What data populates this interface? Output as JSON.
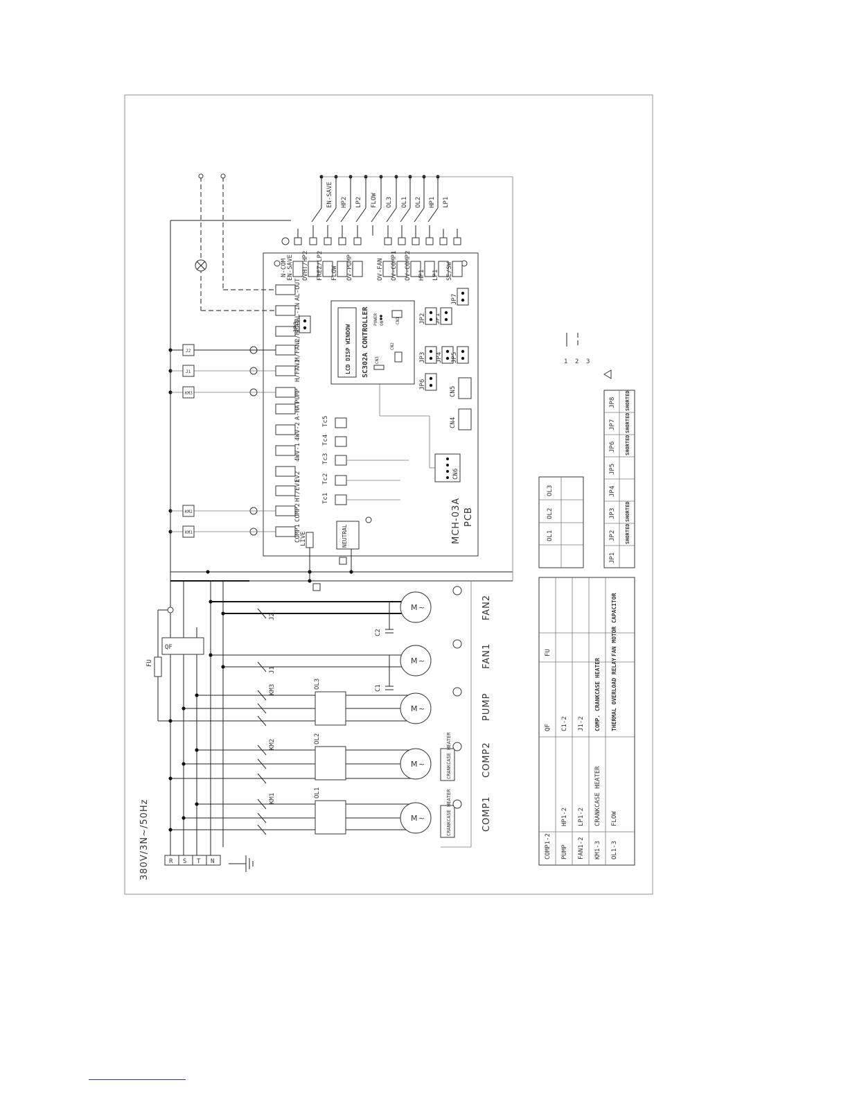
{
  "supply": {
    "label": "380V/3N~/50Hz",
    "terminals": [
      "R",
      "S",
      "T",
      "N"
    ]
  },
  "loads": [
    {
      "label": "COMP1",
      "contactor": "KM1",
      "overload": "OL1",
      "heater": "CRANKCASE HEATER"
    },
    {
      "label": "COMP2",
      "contactor": "KM2",
      "overload": "OL2",
      "heater": "CRANKCASE HEATER"
    },
    {
      "label": "PUMP",
      "contactor": "KM3",
      "overload": "OL3"
    },
    {
      "label": "FAN1",
      "relay": "J1",
      "capacitor": "C1"
    },
    {
      "label": "FAN2",
      "relay": "J2",
      "capacitor": "C2"
    }
  ],
  "motor_symbol": "M",
  "motor_phase": "~",
  "breaker": {
    "label": "QF",
    "fuse": "FU"
  },
  "pcb": {
    "model": "MCH-03A",
    "type": "PCB",
    "controller": "SC302A CONTROLLER",
    "display": "LCD DISP WINDOW",
    "left_terminals": [
      "COMP1",
      "COMP2",
      "HT/EV1",
      "EV2",
      "4WV-1",
      "4WV-2",
      "A-HAT",
      "PUMP",
      "H/FAN1",
      "M/FAN2",
      "L/HEAT",
      "AL-IN",
      "AL-OUT"
    ],
    "right_terminals": [
      "N-COM",
      "EN-SAVE",
      "OVHT/HP2",
      "FREZ/LP2",
      "FLOW",
      "OV-PUMP",
      "OV-FAN",
      "OV-COMP1",
      "OV-COMP2",
      "HP1",
      "LP1",
      "SE/SW"
    ],
    "sensors": [
      "Tc1",
      "Tc2",
      "Tc3",
      "Tc4",
      "Tc5"
    ],
    "jumpers": [
      "JP1",
      "JP2",
      "JP3",
      "JP4",
      "JP5",
      "JP6",
      "JP7",
      "JP8"
    ],
    "connectors": [
      "CN1",
      "CN2",
      "CN3",
      "CN4",
      "CN5",
      "CN6"
    ],
    "neutral": "NEUTRAL",
    "live": "LIVE",
    "power": "POWER",
    "on": "ON"
  },
  "external_switches": [
    "EN-SAVE",
    "HP2",
    "LP2",
    "FLOW",
    "OL3",
    "OL1",
    "OL2",
    "HP1",
    "LP1"
  ],
  "jumper_table": {
    "headers": [
      "JP1",
      "JP2",
      "JP3",
      "JP4",
      "JP5",
      "JP6",
      "JP7",
      "JP8"
    ],
    "row": [
      "",
      "SHORTED",
      "SHORTED",
      "",
      "",
      "SHORTED",
      "SHORTED",
      "SHORTED"
    ]
  },
  "ol_table": {
    "headers": [
      "OL1",
      "OL2",
      "OL3"
    ]
  },
  "legend_numbers": [
    "1",
    "2",
    "3"
  ],
  "legend_table": [
    [
      "COMP1-2",
      "",
      "QF",
      "FU"
    ],
    [
      "PUMP",
      "HP1-2",
      "C1-2",
      ""
    ],
    [
      "FAN1-2",
      "LP1-2",
      "J1-2",
      ""
    ],
    [
      "KM1-3",
      "CRANKCASE HEATER",
      "COMP. CRANKCASE HEATER",
      ""
    ],
    [
      "OL1-3",
      "FLOW",
      "THERMAL OVERLOAD RELAY",
      "FAN MOTOR CAPACITOR"
    ]
  ]
}
